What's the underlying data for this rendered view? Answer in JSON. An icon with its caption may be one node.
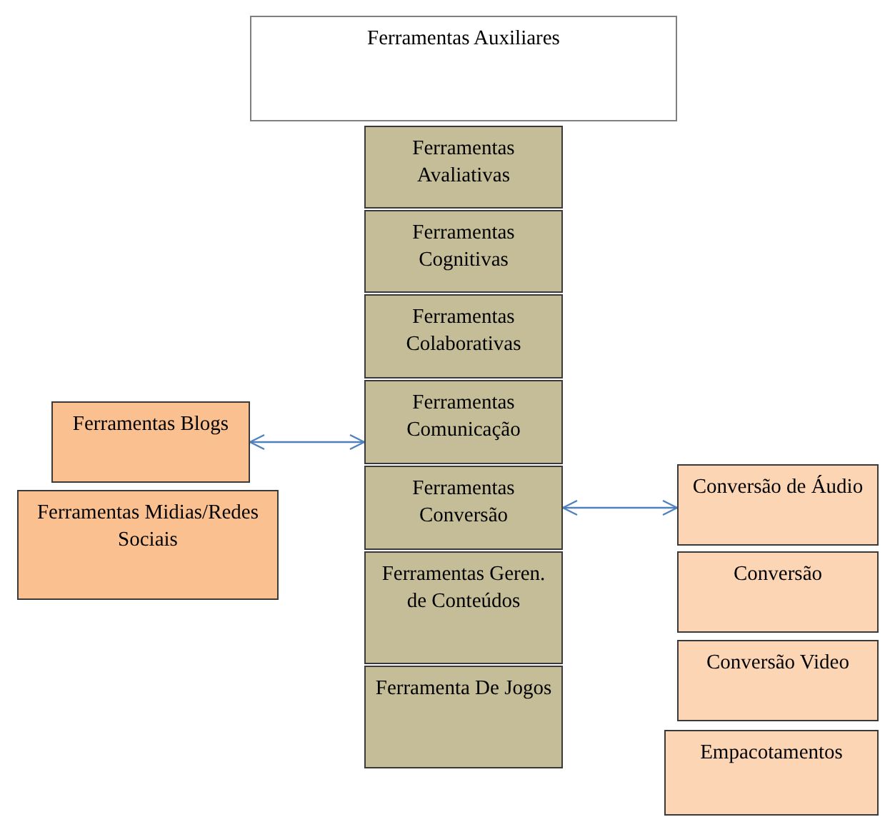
{
  "diagram": {
    "nodes": [
      {
        "text": [
          "Ferramentas Auxiliares"
        ]
      },
      {
        "text": [
          "Ferramentas Avaliativas"
        ]
      },
      {
        "text": [
          "Ferramentas Cognitivas"
        ]
      },
      {
        "text": [
          "Ferramentas Colaborativas"
        ]
      },
      {
        "text": [
          "Ferramentas Comunicação"
        ]
      },
      {
        "text": [
          "Ferramentas Blogs"
        ]
      },
      {
        "text": [
          "Ferramentas Midias/Redes Sociais"
        ]
      },
      {
        "text": [
          "Ferramentas Conversão"
        ]
      },
      {
        "text": [
          "Conversão de Áudio"
        ]
      },
      {
        "text": [
          "Ferramentas Geren. de Conteúdos"
        ]
      },
      {
        "text": [
          "Conversão"
        ]
      },
      {
        "text": [
          "Ferramenta De Jogos"
        ]
      },
      {
        "text": [
          "Conversão Video"
        ]
      },
      {
        "text": [
          "Empacotamentos"
        ]
      }
    ],
    "edges": [
      {
        "from": 5,
        "to": 4,
        "arrow": "both"
      },
      {
        "from": 7,
        "to": 8,
        "arrow": "both"
      }
    ]
  }
}
